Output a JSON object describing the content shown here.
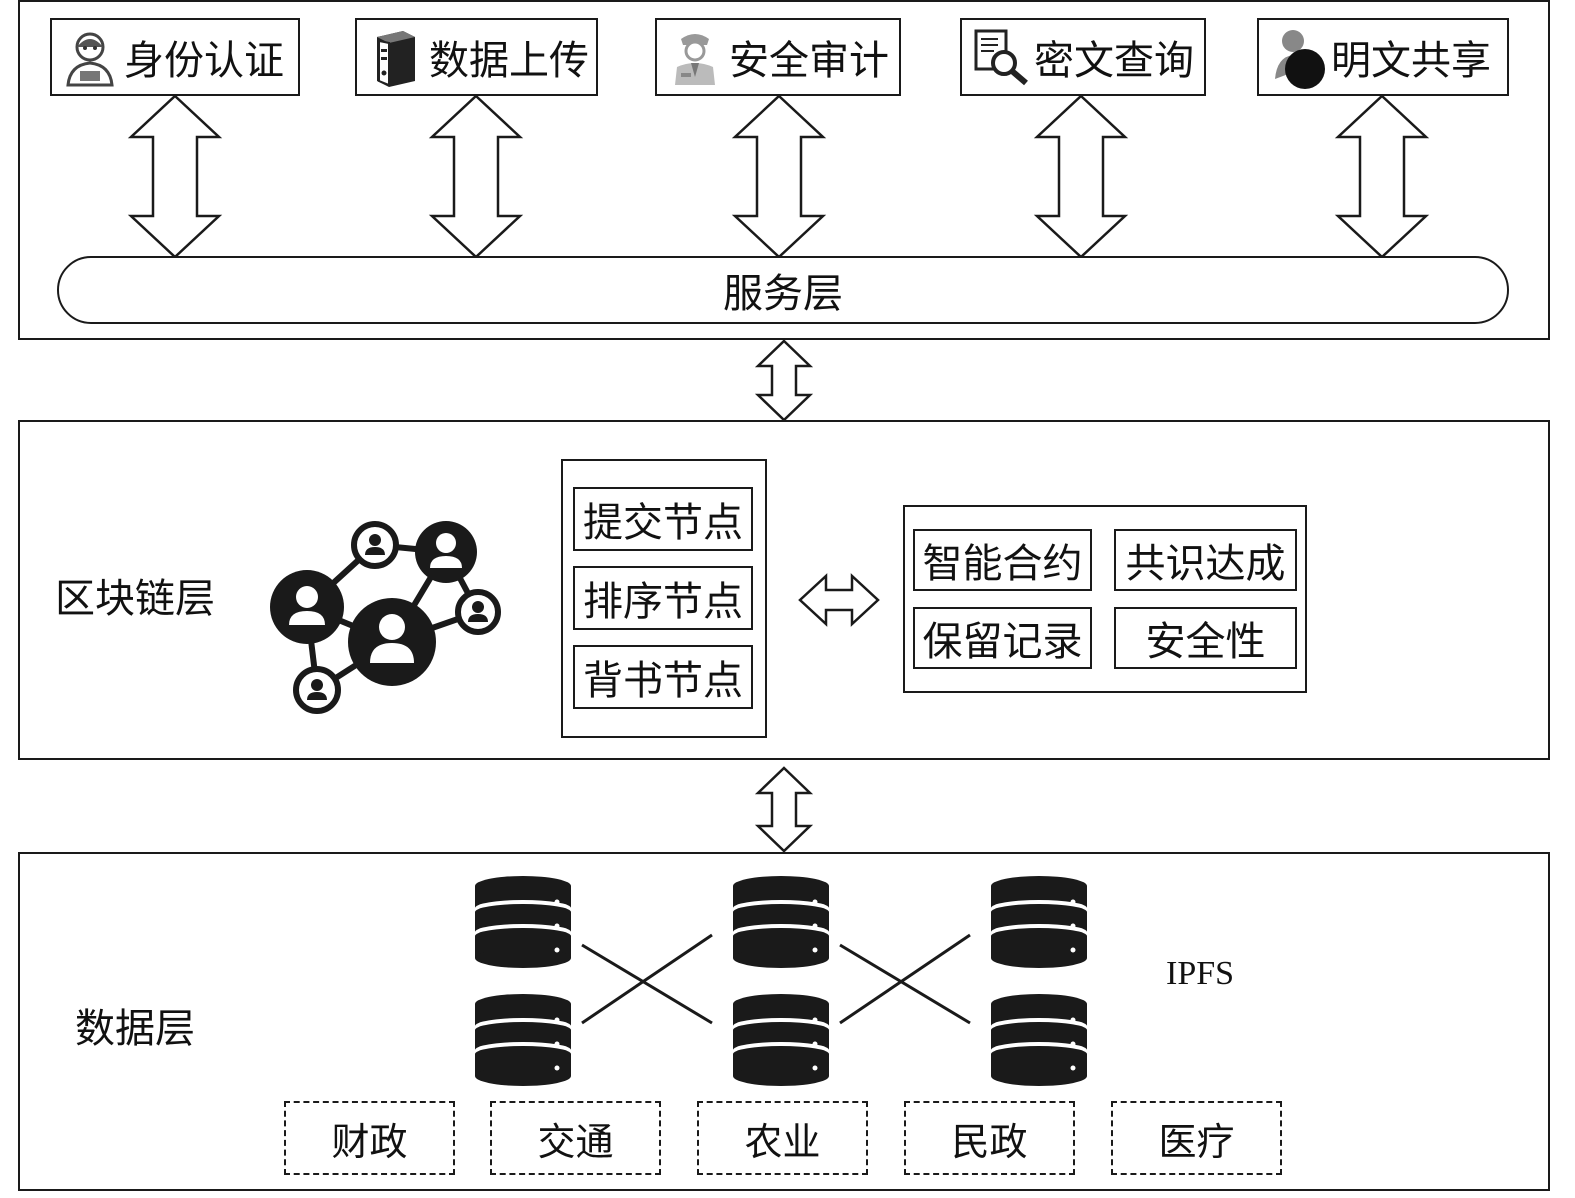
{
  "service_layer": {
    "label": "服务层",
    "services": [
      {
        "label": "身份认证",
        "icon": "user-avatar-icon"
      },
      {
        "label": "数据上传",
        "icon": "server-icon"
      },
      {
        "label": "安全审计",
        "icon": "auditor-icon"
      },
      {
        "label": "密文查询",
        "icon": "document-search-icon"
      },
      {
        "label": "明文共享",
        "icon": "users-share-icon"
      }
    ]
  },
  "blockchain_layer": {
    "label": "区块链层",
    "network_icon": "blockchain-network-icon",
    "nodes": [
      "提交节点",
      "排序节点",
      "背书节点"
    ],
    "features": [
      "智能合约",
      "共识达成",
      "保留记录",
      "安全性"
    ]
  },
  "data_layer": {
    "label": "数据层",
    "storage_label": "IPFS",
    "database_icon": "database-icon",
    "domains": [
      "财政",
      "交通",
      "农业",
      "民政",
      "医疗"
    ]
  },
  "colors": {
    "line": "#1a1a1a",
    "icon_dark": "#1a1a1a",
    "icon_gray": "#8a8a8a",
    "background": "#ffffff"
  }
}
